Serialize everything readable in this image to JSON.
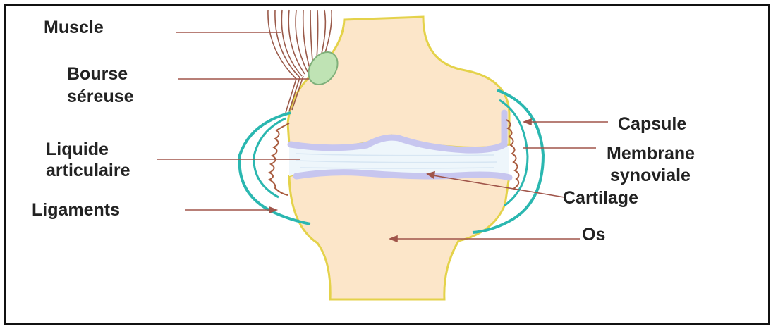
{
  "diagram": {
    "labels": {
      "muscle": "Muscle",
      "bourse_line1": "Bourse",
      "bourse_line2": "séreuse",
      "capsule": "Capsule",
      "liquide_line1": "Liquide",
      "liquide_line2": "articulaire",
      "membrane_line1": "Membrane",
      "membrane_line2": "synoviale",
      "ligaments": "Ligaments",
      "cartilage": "Cartilage",
      "os": "Os"
    },
    "colors": {
      "bone_fill": "#fce6c9",
      "bone_outline": "#e4d24a",
      "cartilage": "#c7c6ef",
      "joint_fluid": "#eef6fb",
      "capsule": "#2ab7b0",
      "synovial_membrane": "#a85b3e",
      "muscle": "#9a5a4a",
      "bursa": "#bfe3b4",
      "leader_line": "#a0554a",
      "label_text": "#222222",
      "frame": "#111111"
    }
  }
}
